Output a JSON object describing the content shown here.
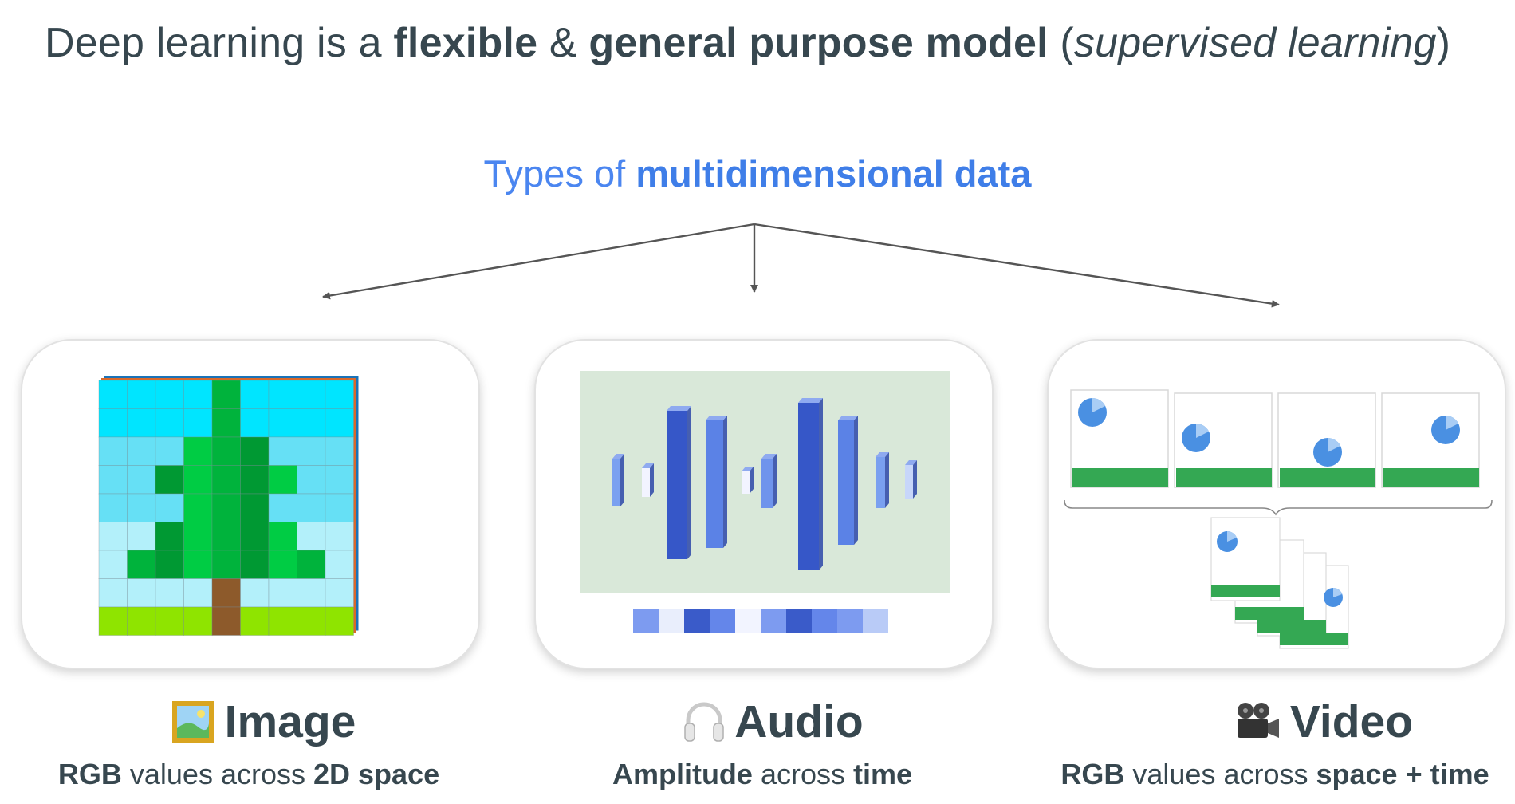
{
  "title": {
    "part1": "Deep learning is a ",
    "bold1": "flexible",
    "part2": " & ",
    "bold2": "general purpose model",
    "part3": " (",
    "italic": "supervised learning",
    "part4": ")"
  },
  "subtitle": {
    "normal": "Types of ",
    "bold": "multidimensional data"
  },
  "types": [
    {
      "name": "Image",
      "icon": "framed-picture-icon",
      "desc_bold1": "RGB",
      "desc_normal": " values across ",
      "desc_bold2": "2D space",
      "desc_bold3": ""
    },
    {
      "name": "Audio",
      "icon": "headphones-icon",
      "desc_bold1": "Amplitude",
      "desc_normal": " across ",
      "desc_bold2": "time",
      "desc_bold3": ""
    },
    {
      "name": "Video",
      "icon": "movie-camera-icon",
      "desc_bold1": "RGB",
      "desc_normal": " values across ",
      "desc_bold2": "space + time",
      "desc_bold3": ""
    }
  ],
  "colors": {
    "sky": "#00e5ff",
    "sky_light": "#66e0f5",
    "sky_pale": "#b3f0fa",
    "grass": "#8fe400",
    "tree_light": "#00cc44",
    "tree": "#00b33c",
    "tree_dark": "#009933",
    "trunk": "#8d5a2b",
    "audio_bg": "#d9e8d9",
    "audio_bar": "#4a6fd8",
    "video_green": "#34a853",
    "video_ball": "#4a90e2"
  }
}
